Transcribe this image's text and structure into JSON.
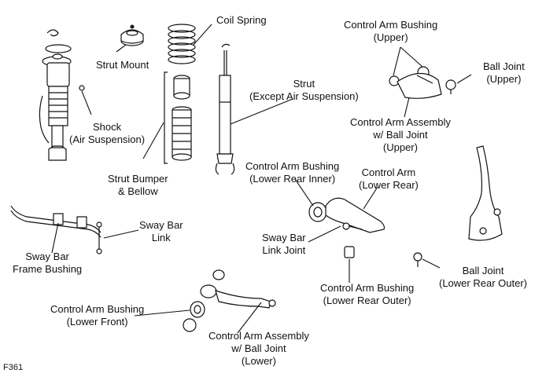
{
  "figure_id": "F361",
  "labels": {
    "coil_spring": [
      "Coil Spring"
    ],
    "strut_mount": [
      "Strut Mount"
    ],
    "shock": [
      "Shock",
      "(Air Suspension)"
    ],
    "strut": [
      "Strut",
      "(Except Air Suspension)"
    ],
    "strut_bumper": [
      "Strut Bumper",
      "& Bellow"
    ],
    "ca_bushing_upper": [
      "Control Arm Bushing",
      "(Upper)"
    ],
    "ball_joint_upper": [
      "Ball Joint",
      "(Upper)"
    ],
    "ca_assembly_upper": [
      "Control Arm Assembly",
      "w/ Ball Joint",
      "(Upper)"
    ],
    "ca_bushing_lower_rear_inner": [
      "Control Arm Bushing",
      "(Lower Rear Inner)"
    ],
    "control_arm_lower_rear": [
      "Control Arm",
      "(Lower Rear)"
    ],
    "sway_bar_link": [
      "Sway Bar",
      "Link"
    ],
    "sway_bar_link_joint": [
      "Sway Bar",
      "Link Joint"
    ],
    "sway_bar_frame_bushing": [
      "Sway Bar",
      "Frame Bushing"
    ],
    "ball_joint_lower_rear_outer": [
      "Ball Joint",
      "(Lower Rear Outer)"
    ],
    "ca_bushing_lower_rear_outer": [
      "Control Arm Bushing",
      "(Lower Rear Outer)"
    ],
    "ca_bushing_lower_front": [
      "Control Arm Bushing",
      "(Lower Front)"
    ],
    "ca_assembly_lower": [
      "Control Arm Assembly",
      "w/ Ball Joint",
      "(Lower)"
    ]
  }
}
